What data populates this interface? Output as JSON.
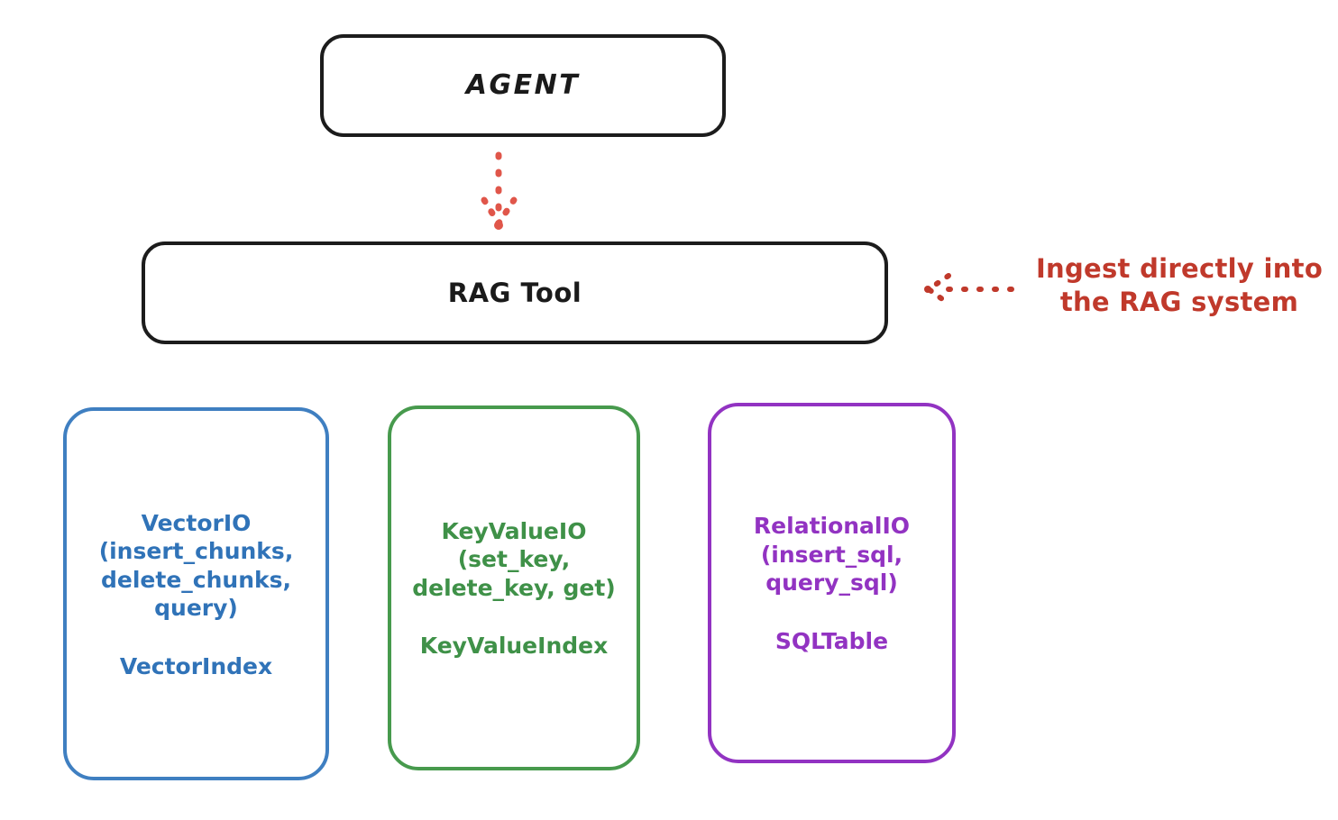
{
  "diagram": {
    "background": "#ffffff",
    "title_nodes": {
      "agent": {
        "label": "AGENT",
        "color": "#1c1c1c"
      },
      "rag_tool": {
        "label": "RAG Tool",
        "color": "#1c1c1c"
      }
    },
    "provider_nodes": [
      {
        "id": "vector-io",
        "label": "VectorIO\n(insert_chunks,\ndelete_chunks,\nquery)",
        "sublabel": "VectorIndex",
        "color": "#3073b8"
      },
      {
        "id": "key-value-io",
        "label": "KeyValueIO\n(set_key,\ndelete_key, get)",
        "sublabel": "KeyValueIndex",
        "color": "#3f9148"
      },
      {
        "id": "relational-io",
        "label": "RelationalIO\n(insert_sql,\nquery_sql)",
        "sublabel": "SQLTable",
        "color": "#9233c2"
      }
    ],
    "annotations": [
      {
        "id": "ingest-note",
        "text": "Ingest directly into\nthe RAG system",
        "color": "#c0392b"
      }
    ],
    "connectors": [
      {
        "id": "agent-to-rag-tool",
        "style": "dotted-arrow",
        "direction": "down",
        "color": "#e0564a"
      },
      {
        "id": "ingest-note-to-rag-tool",
        "style": "dotted-arrow",
        "direction": "left",
        "color": "#c0392b"
      }
    ]
  }
}
